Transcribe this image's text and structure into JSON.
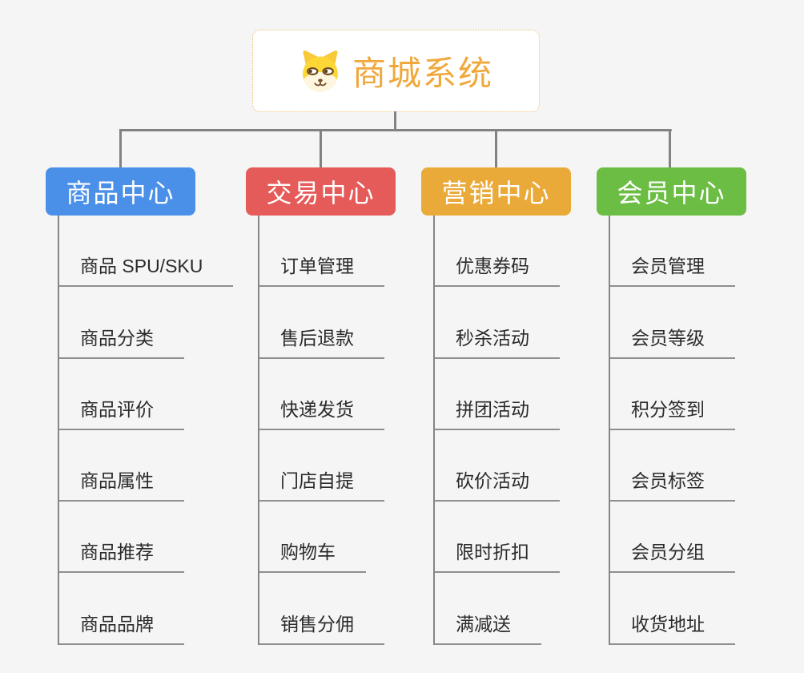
{
  "page": {
    "background_color": "#F5F5F5",
    "connector_color": "#828282"
  },
  "root": {
    "title": "商城系统",
    "icon": "doge-face-icon",
    "title_color": "#F0A83C",
    "border_color": "#F0BC6A"
  },
  "branches": [
    {
      "label": "商品中心",
      "color": "#4B90E8",
      "children": [
        "商品 SPU/SKU",
        "商品分类",
        "商品评价",
        "商品属性",
        "商品推荐",
        "商品品牌"
      ]
    },
    {
      "label": "交易中心",
      "color": "#E55B59",
      "children": [
        "订单管理",
        "售后退款",
        "快递发货",
        "门店自提",
        "购物车",
        "销售分佣"
      ]
    },
    {
      "label": "营销中心",
      "color": "#EAAA3A",
      "children": [
        "优惠券码",
        "秒杀活动",
        "拼团活动",
        "砍价活动",
        "限时折扣",
        "满减送"
      ]
    },
    {
      "label": "会员中心",
      "color": "#6CBD44",
      "children": [
        "会员管理",
        "会员等级",
        "积分签到",
        "会员标签",
        "会员分组",
        "收货地址"
      ]
    }
  ]
}
